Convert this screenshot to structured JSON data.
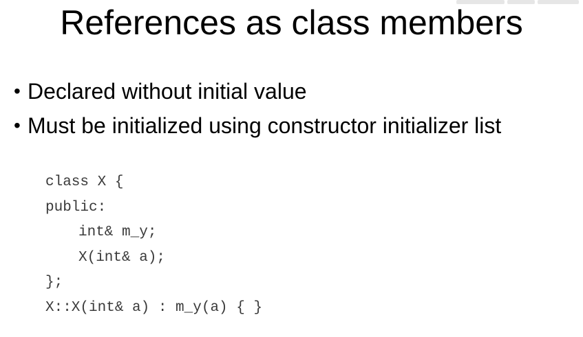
{
  "slide": {
    "title": "References as class members",
    "bullets": [
      "Declared without initial value",
      "Must be initialized using constructor initializer list"
    ],
    "code_lines": [
      "class X {",
      "public:",
      "int& m_y;",
      "X(int& a);",
      "};",
      "X::X(int& a) : m_y(a) { }"
    ],
    "bullet_glyph": "•"
  }
}
